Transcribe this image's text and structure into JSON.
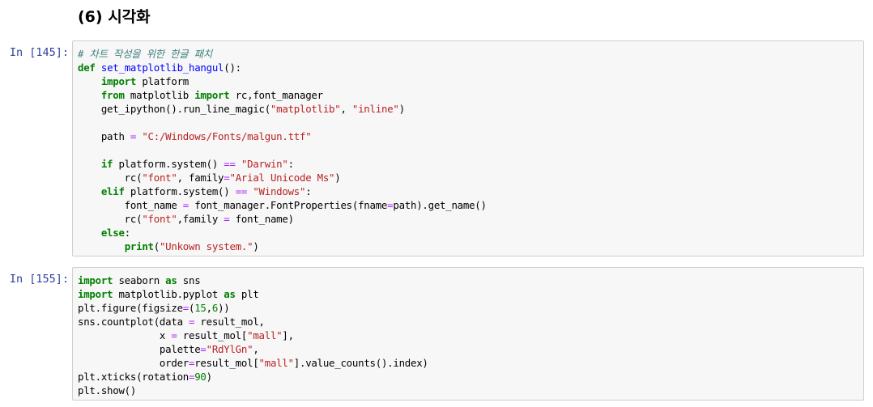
{
  "heading": "(6) 시각화",
  "cells": [
    {
      "prompt": "In [145]:",
      "lines": [
        [
          [
            "cm",
            "# 차트 작성을 위한 한글 패치"
          ]
        ],
        [
          [
            "kw",
            "def"
          ],
          [
            "",
            " "
          ],
          [
            "fn",
            "set_matplotlib_hangul"
          ],
          [
            "",
            "():"
          ]
        ],
        [
          [
            "",
            "    "
          ],
          [
            "kw",
            "import"
          ],
          [
            "",
            " platform"
          ]
        ],
        [
          [
            "",
            "    "
          ],
          [
            "kw",
            "from"
          ],
          [
            "",
            " matplotlib "
          ],
          [
            "kw",
            "import"
          ],
          [
            "",
            " rc,font_manager"
          ]
        ],
        [
          [
            "",
            "    get_ipython().run_line_magic("
          ],
          [
            "str",
            "\"matplotlib\""
          ],
          [
            "",
            ", "
          ],
          [
            "str",
            "\"inline\""
          ],
          [
            "",
            ")"
          ]
        ],
        [
          [
            "",
            ""
          ]
        ],
        [
          [
            "",
            "    path "
          ],
          [
            "op",
            "="
          ],
          [
            "",
            " "
          ],
          [
            "str",
            "\"C:/Windows/Fonts/malgun.ttf\""
          ]
        ],
        [
          [
            "",
            ""
          ]
        ],
        [
          [
            "",
            "    "
          ],
          [
            "kw",
            "if"
          ],
          [
            "",
            " platform.system() "
          ],
          [
            "op",
            "=="
          ],
          [
            "",
            " "
          ],
          [
            "str",
            "\"Darwin\""
          ],
          [
            "",
            ":"
          ]
        ],
        [
          [
            "",
            "        rc("
          ],
          [
            "str",
            "\"font\""
          ],
          [
            "",
            ", family"
          ],
          [
            "op",
            "="
          ],
          [
            "str",
            "\"Arial Unicode Ms\""
          ],
          [
            "",
            ")"
          ]
        ],
        [
          [
            "",
            "    "
          ],
          [
            "kw",
            "elif"
          ],
          [
            "",
            " platform.system() "
          ],
          [
            "op",
            "=="
          ],
          [
            "",
            " "
          ],
          [
            "str",
            "\"Windows\""
          ],
          [
            "",
            ":"
          ]
        ],
        [
          [
            "",
            "        font_name "
          ],
          [
            "op",
            "="
          ],
          [
            "",
            " font_manager.FontProperties(fname"
          ],
          [
            "op",
            "="
          ],
          [
            "",
            "path).get_name()"
          ]
        ],
        [
          [
            "",
            "        rc("
          ],
          [
            "str",
            "\"font\""
          ],
          [
            "",
            ",family "
          ],
          [
            "op",
            "="
          ],
          [
            "",
            " font_name)"
          ]
        ],
        [
          [
            "",
            "    "
          ],
          [
            "kw",
            "else"
          ],
          [
            "",
            ":"
          ]
        ],
        [
          [
            "",
            "        "
          ],
          [
            "kw",
            "print"
          ],
          [
            "",
            "("
          ],
          [
            "str",
            "\"Unkown system.\""
          ],
          [
            "",
            ")"
          ]
        ]
      ]
    },
    {
      "prompt": "In [155]:",
      "lines": [
        [
          [
            "kw",
            "import"
          ],
          [
            "",
            " seaborn "
          ],
          [
            "kw",
            "as"
          ],
          [
            "",
            " sns"
          ]
        ],
        [
          [
            "kw",
            "import"
          ],
          [
            "",
            " matplotlib.pyplot "
          ],
          [
            "kw",
            "as"
          ],
          [
            "",
            " plt"
          ]
        ],
        [
          [
            "",
            "plt.figure(figsize"
          ],
          [
            "op",
            "="
          ],
          [
            "",
            "("
          ],
          [
            "num",
            "15"
          ],
          [
            "",
            ","
          ],
          [
            "num",
            "6"
          ],
          [
            "",
            "))"
          ]
        ],
        [
          [
            "",
            "sns.countplot(data "
          ],
          [
            "op",
            "="
          ],
          [
            "",
            " result_mol,"
          ]
        ],
        [
          [
            "",
            "              x "
          ],
          [
            "op",
            "="
          ],
          [
            "",
            " result_mol["
          ],
          [
            "str",
            "\"mall\""
          ],
          [
            "",
            "],"
          ]
        ],
        [
          [
            "",
            "              palette"
          ],
          [
            "op",
            "="
          ],
          [
            "str",
            "\"RdYlGn\""
          ],
          [
            "",
            ","
          ]
        ],
        [
          [
            "",
            "              order"
          ],
          [
            "op",
            "="
          ],
          [
            "",
            "result_mol["
          ],
          [
            "str",
            "\"mall\""
          ],
          [
            "",
            "].value_counts().index)"
          ]
        ],
        [
          [
            "",
            "plt.xticks(rotation"
          ],
          [
            "op",
            "="
          ],
          [
            "num",
            "90"
          ],
          [
            "",
            ")"
          ]
        ],
        [
          [
            "",
            "plt.show()"
          ]
        ]
      ]
    }
  ]
}
